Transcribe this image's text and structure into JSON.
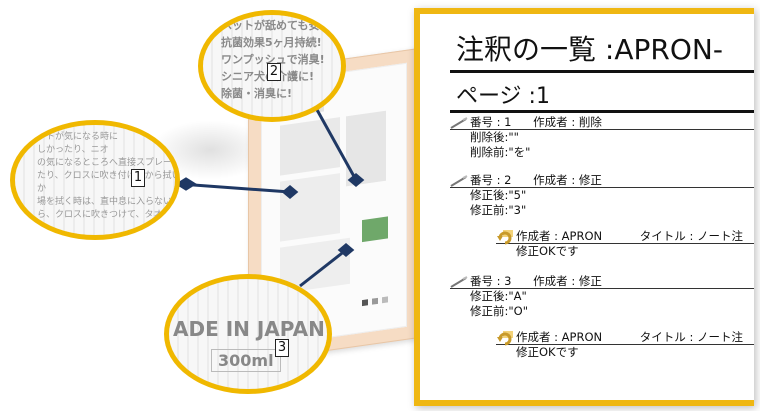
{
  "panel": {
    "title": "注釈の一覧 :APRON-",
    "page": "ページ :1"
  },
  "entries": [
    {
      "number": "番号 : 1",
      "author": "作成者 : 削除",
      "lines": [
        "削除後:\"\"",
        "削除前:\"を\""
      ],
      "reply": null
    },
    {
      "number": "番号 : 2",
      "author": "作成者 : 修正",
      "lines": [
        "修正後:\"5\"",
        "修正前:\"3\""
      ],
      "reply": {
        "author": "作成者 : APRON",
        "title": "タイトル : ノート注",
        "body": "修正OKです"
      }
    },
    {
      "number": "番号 : 3",
      "author": "作成者 : 修正",
      "lines": [
        "修正後:\"A\"",
        "修正前:\"O\""
      ],
      "reply": {
        "author": "作成者 : APRON",
        "title": "タイトル : ノート注",
        "body": "修正OKです"
      }
    }
  ],
  "lenses": {
    "lens1": {
      "number": "1",
      "lines": [
        "ットが気になる時に",
        "しかったり、ニオ",
        "の気になるところへ直接スプレー",
        "たり、クロスに吹き付けてから拭い",
        "か",
        "場を拭く時は、直中息に入らないように注",
        "ら、クロスに吹きつけて、タオルなどを使"
      ]
    },
    "lens2": {
      "number": "2",
      "lines": [
        "ペットが舐めても安",
        "抗菌効果5ヶ月持続!",
        "ワンプッシュで消臭!",
        "シニア犬の介護に!",
        "除菌・消臭に!"
      ]
    },
    "lens3": {
      "number": "3",
      "lines": [
        "ADE IN JAPAN",
        "300ml"
      ]
    }
  },
  "colors": {
    "accent": "#efb712",
    "connector": "#1f3864"
  },
  "icons": {
    "entry": "pen-icon",
    "reply": "reply-arrow-icon"
  }
}
